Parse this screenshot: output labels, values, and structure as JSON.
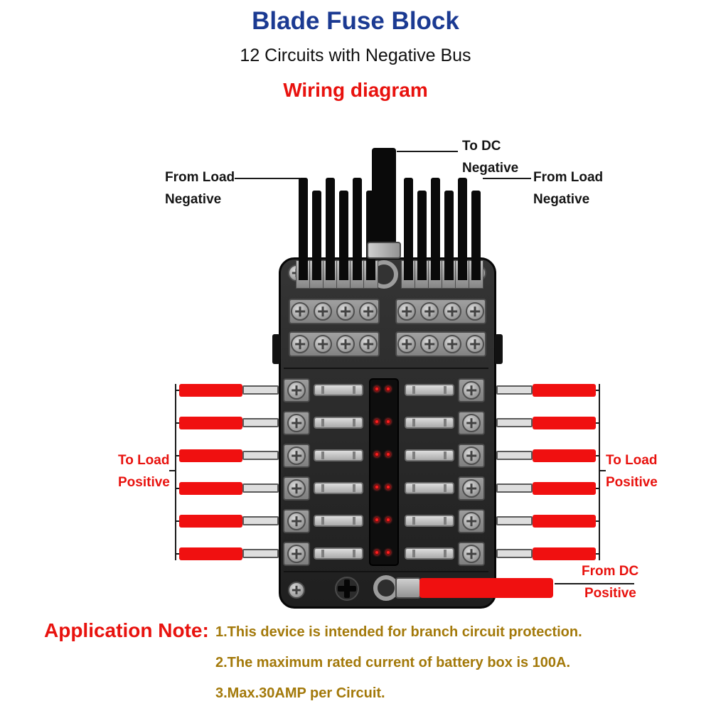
{
  "header": {
    "title": "Blade Fuse Block",
    "subtitle": "12 Circuits with Negative Bus",
    "diagram_title": "Wiring diagram"
  },
  "labels": {
    "to_dc_negative": {
      "line1": "To DC",
      "line2": "Negative"
    },
    "from_load_negative_left": {
      "line1": "From Load",
      "line2": "Negative"
    },
    "from_load_negative_right": {
      "line1": "From Load",
      "line2": "Negative"
    },
    "to_load_positive_left": {
      "line1": "To Load",
      "line2": "Positive"
    },
    "to_load_positive_right": {
      "line1": "To Load",
      "line2": "Positive"
    },
    "from_dc_positive": {
      "line1": "From DC",
      "line2": "Positive"
    }
  },
  "application_note": {
    "heading": "Application Note:",
    "items": [
      "1.This device is intended for branch circuit protection.",
      "2.The maximum rated current of battery box is 100A.",
      "3.Max.30AMP per Circuit."
    ]
  },
  "diagram": {
    "circuit_rows": 6,
    "top_wires_per_side": 6,
    "bus_rows": 2,
    "bus_screws_per_group": 4,
    "colors": {
      "title_blue": "#1b3a92",
      "label_red": "#e8120e",
      "note_gold": "#a3790a",
      "wire_red": "#f01010",
      "led_red": "#ff1d1d",
      "body_dark": "#2a2a2a",
      "metal_gray": "#a8a8a8"
    }
  }
}
